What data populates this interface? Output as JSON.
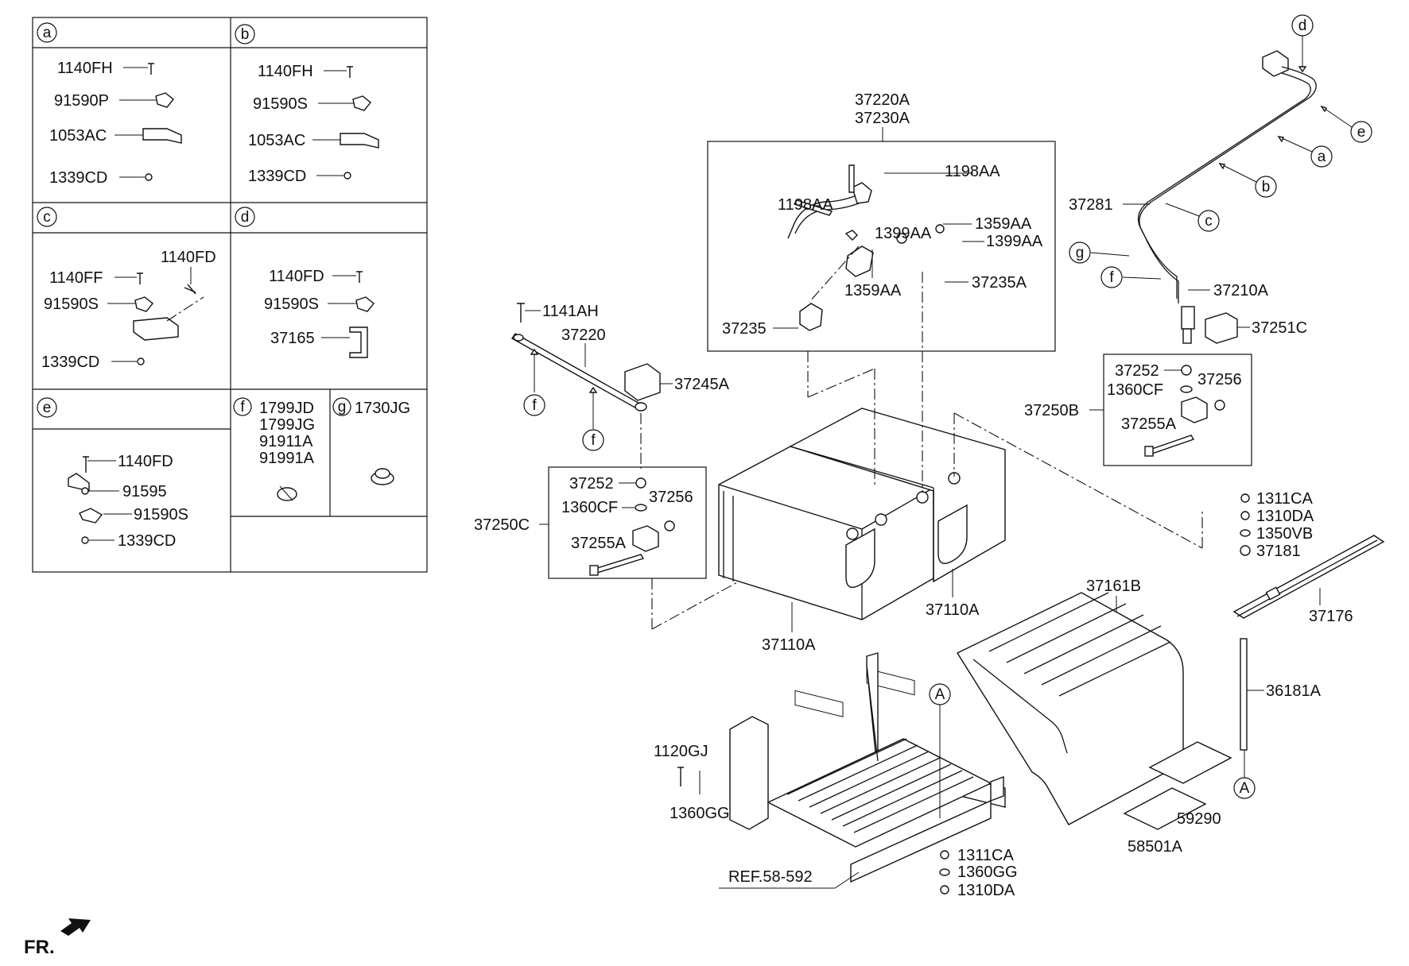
{
  "diagram": {
    "inset_letters": [
      "a",
      "b",
      "c",
      "d",
      "e",
      "f",
      "g"
    ],
    "inset_a": [
      "1140FH",
      "91590P",
      "1053AC",
      "1339CD"
    ],
    "inset_b": [
      "1140FH",
      "91590S",
      "1053AC",
      "1339CD"
    ],
    "inset_c": [
      "1140FF",
      "1140FD",
      "91590S",
      "1339CD"
    ],
    "inset_d": [
      "1140FD",
      "91590S",
      "37165"
    ],
    "inset_e": [
      "1140FD",
      "91595",
      "91590S",
      "1339CD"
    ],
    "inset_f": [
      "1799JD",
      "1799JG",
      "91911A",
      "91991A"
    ],
    "inset_g": [
      "1730JG"
    ],
    "main_labels": {
      "l37220A": "37220A",
      "l37230A": "37230A",
      "l1198AA": "1198AA",
      "l1359AA": "1359AA",
      "l1399AA": "1399AA",
      "l37235A": "37235A",
      "l37235": "37235",
      "l1141AH": "1141AH",
      "l37220": "37220",
      "l37245A": "37245A",
      "l37252": "37252",
      "l1360CF": "1360CF",
      "l37256": "37256",
      "l37255A": "37255A",
      "l37250C": "37250C",
      "l37250B": "37250B",
      "l37110A": "37110A",
      "l37281": "37281",
      "l37210A": "37210A",
      "l37251C": "37251C",
      "l1311CA": "1311CA",
      "l1310DA": "1310DA",
      "l1350VB": "1350VB",
      "l37181": "37181",
      "l37176": "37176",
      "l37161B": "37161B",
      "l36181A": "36181A",
      "l59290": "59290",
      "l58501A": "58501A",
      "l1120GJ": "1120GJ",
      "l1360GG": "1360GG",
      "ref": "REF.58-592",
      "fr": "FR.",
      "callA": "A"
    }
  }
}
